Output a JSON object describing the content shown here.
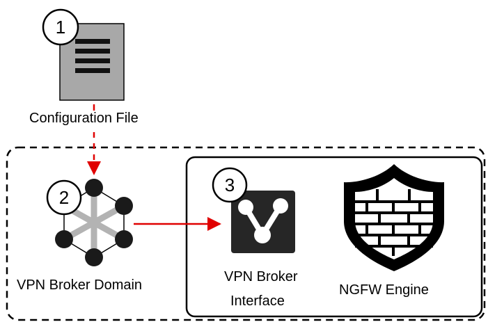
{
  "steps": [
    {
      "number": "1",
      "label": "Configuration File"
    },
    {
      "number": "2",
      "label": "VPN Broker Domain"
    },
    {
      "number": "3",
      "label_line1": "VPN Broker",
      "label_line2": "Interface"
    }
  ],
  "engine": {
    "label": "NGFW Engine"
  },
  "icons": {
    "config_file": "document-lines-icon",
    "broker_domain": "network-hub-icon",
    "broker_interface": "branch-connector-icon",
    "engine": "firewall-shield-icon"
  },
  "colors": {
    "arrow": "#e00000",
    "file_fill": "#a8a8a8",
    "node": "#1a1a1a",
    "spoke": "#b3b3b3",
    "icon_dark": "#262626"
  }
}
